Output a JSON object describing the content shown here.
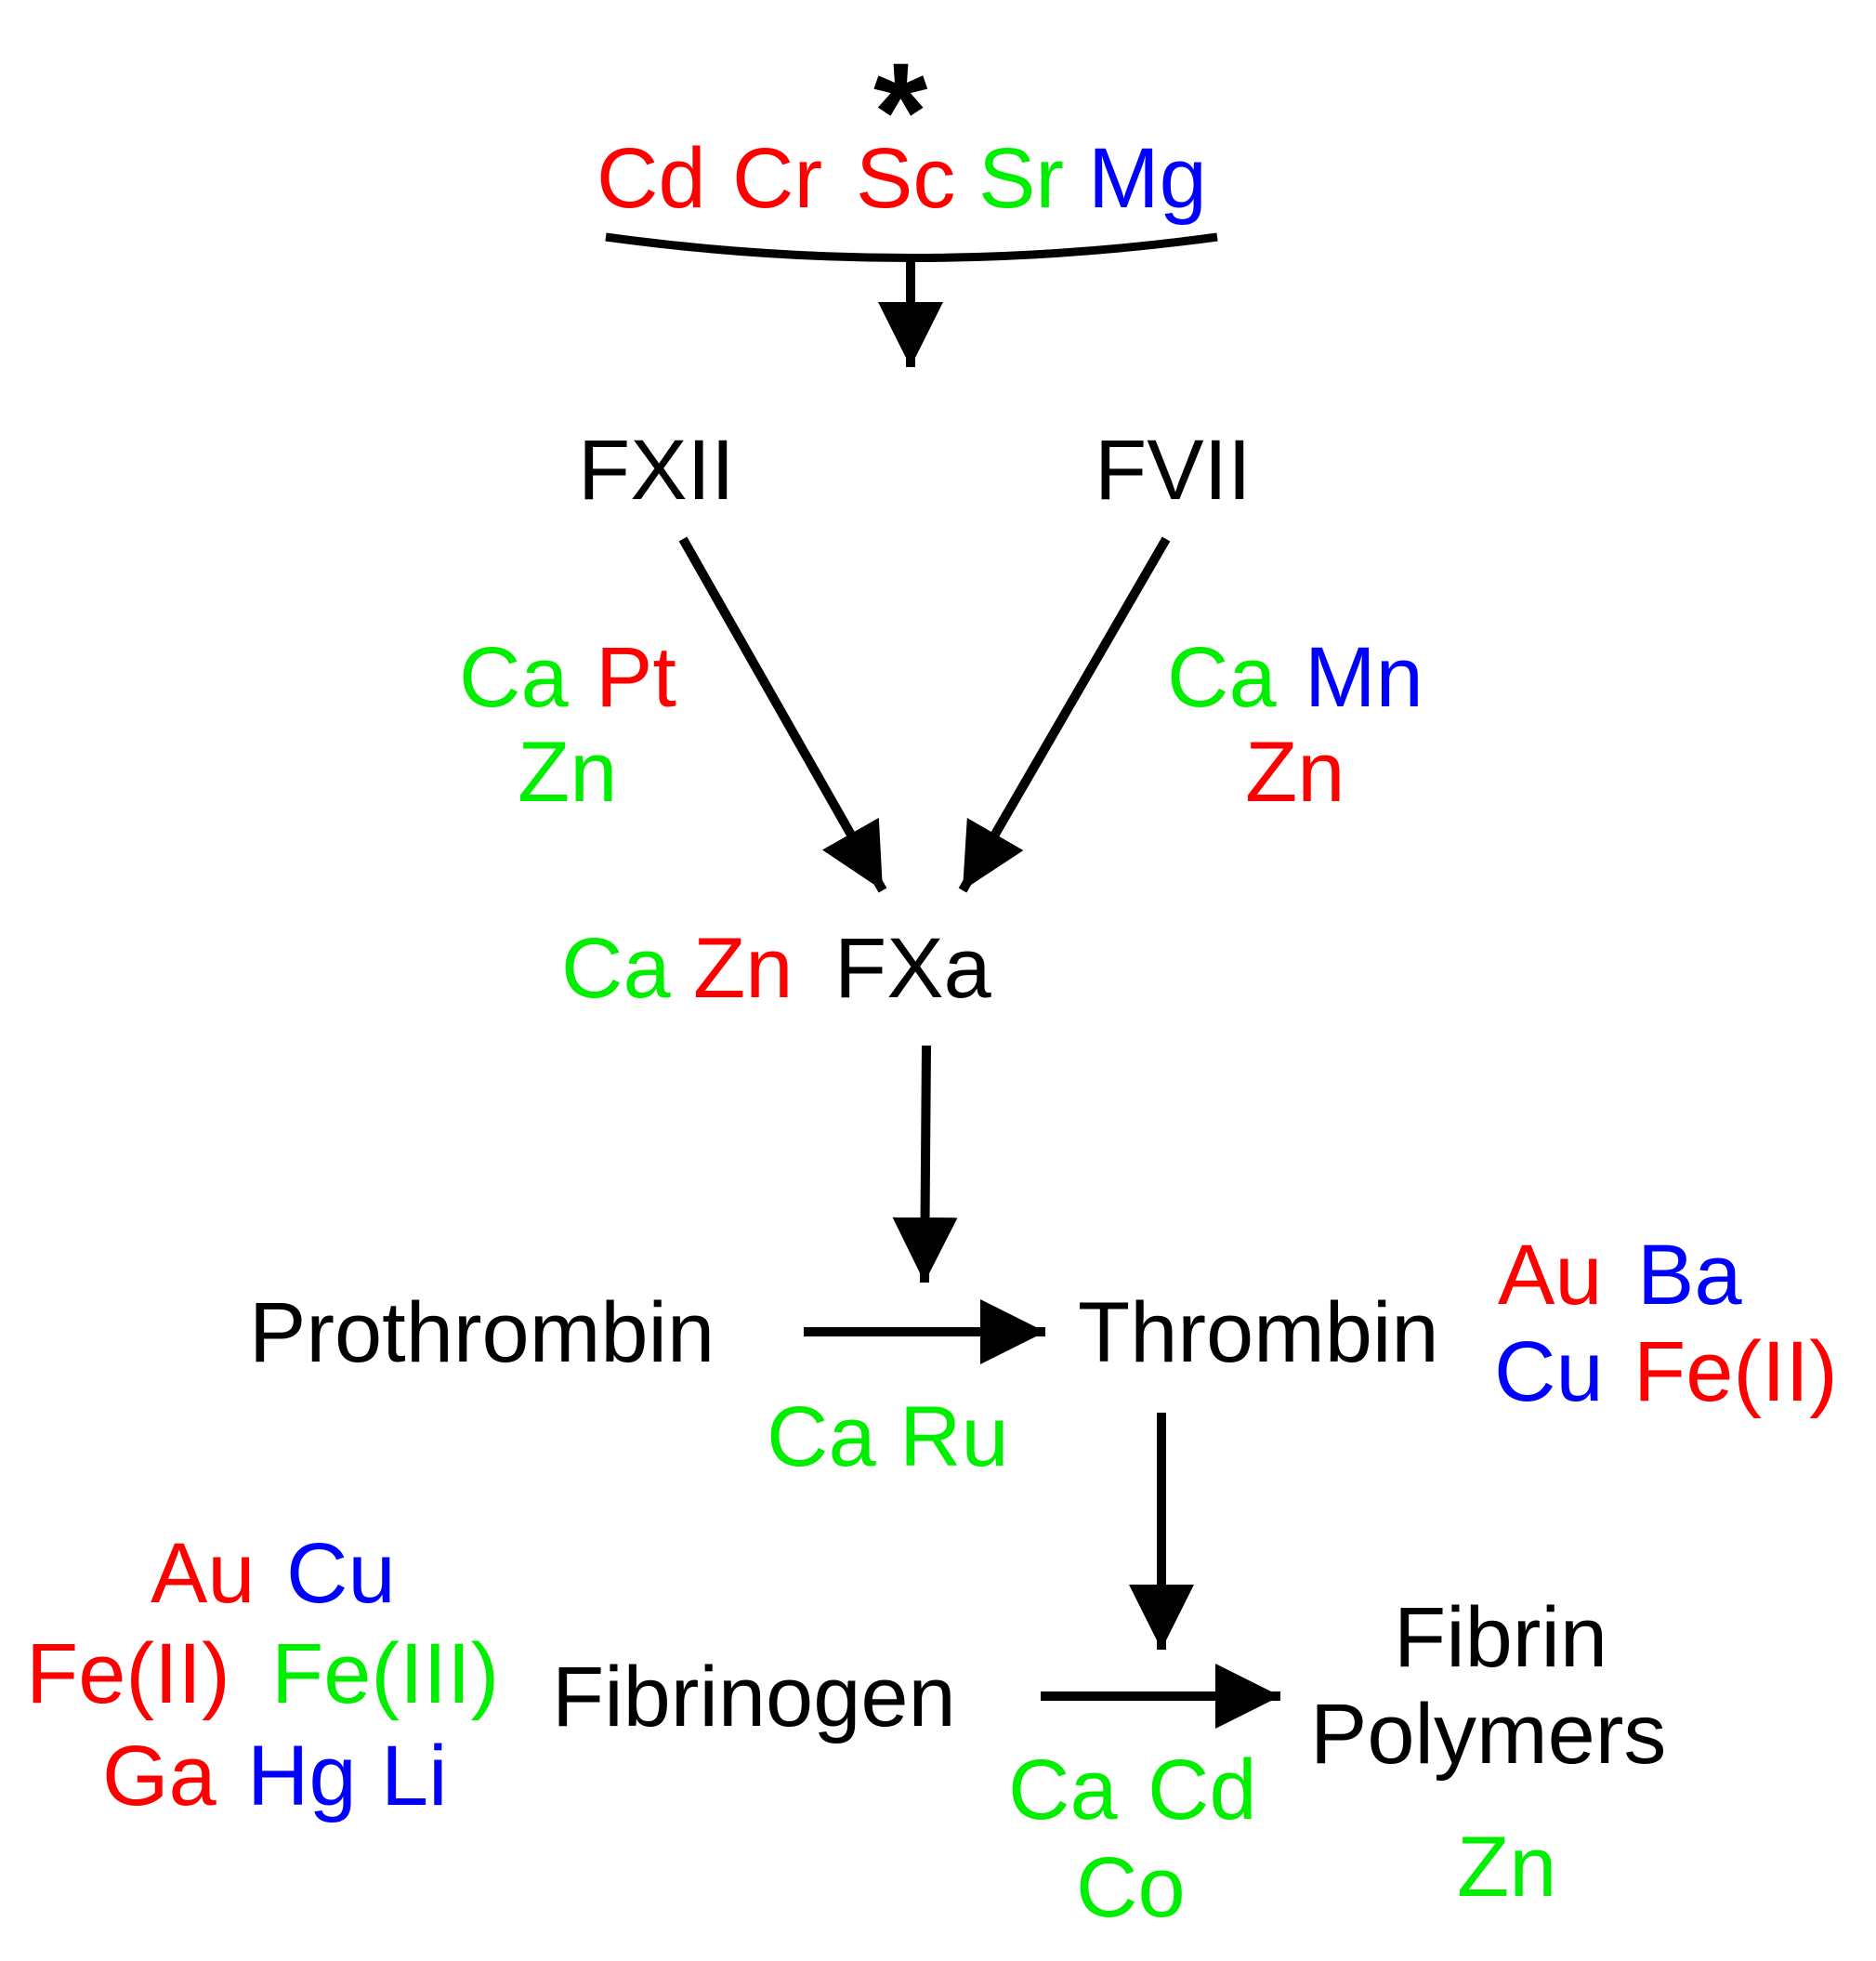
{
  "colors": {
    "red": "#ff0000",
    "green": "#00ee00",
    "blue": "#0000ff",
    "black": "#000000"
  },
  "diagram": {
    "asterisk": "*",
    "top_metals": [
      {
        "symbol": "Cd",
        "color": "red"
      },
      {
        "symbol": "Cr",
        "color": "red"
      },
      {
        "symbol": "Sc",
        "color": "red"
      },
      {
        "symbol": "Sr",
        "color": "green"
      },
      {
        "symbol": "Mg",
        "color": "blue"
      }
    ],
    "nodes": {
      "fxii": "FXII",
      "fvii": "FVII",
      "fxa": "FXa",
      "prothrombin": "Prothrombin",
      "thrombin": "Thrombin",
      "fibrinogen": "Fibrinogen",
      "fibrin_line1": "Fibrin",
      "fibrin_line2": "Polymers"
    },
    "fxii_metals": [
      {
        "symbol": "Ca",
        "color": "green"
      },
      {
        "symbol": "Pt",
        "color": "red"
      },
      {
        "symbol": "Zn",
        "color": "green"
      }
    ],
    "fvii_metals": [
      {
        "symbol": "Ca",
        "color": "green"
      },
      {
        "symbol": "Mn",
        "color": "blue"
      },
      {
        "symbol": "Zn",
        "color": "red"
      }
    ],
    "fxa_metals": [
      {
        "symbol": "Ca",
        "color": "green"
      },
      {
        "symbol": "Zn",
        "color": "red"
      }
    ],
    "prothrombin_metals": [
      {
        "symbol": "Ca",
        "color": "green"
      },
      {
        "symbol": "Ru",
        "color": "green"
      }
    ],
    "thrombin_metals": [
      {
        "symbol": "Au",
        "color": "red"
      },
      {
        "symbol": "Ba",
        "color": "blue"
      },
      {
        "symbol": "Cu",
        "color": "blue"
      },
      {
        "symbol": "Fe(II)",
        "color": "red"
      }
    ],
    "fibrinogen_metals": [
      {
        "symbol": "Au",
        "color": "red"
      },
      {
        "symbol": "Cu",
        "color": "blue"
      },
      {
        "symbol": "Fe(II)",
        "color": "red"
      },
      {
        "symbol": "Fe(III)",
        "color": "green"
      },
      {
        "symbol": "Ga",
        "color": "red"
      },
      {
        "symbol": "Hg",
        "color": "blue"
      },
      {
        "symbol": "Li",
        "color": "blue"
      }
    ],
    "fibrin_conversion_metals": [
      {
        "symbol": "Ca",
        "color": "green"
      },
      {
        "symbol": "Cd",
        "color": "green"
      },
      {
        "symbol": "Co",
        "color": "green"
      }
    ],
    "fibrin_metals": [
      {
        "symbol": "Zn",
        "color": "green"
      }
    ]
  }
}
